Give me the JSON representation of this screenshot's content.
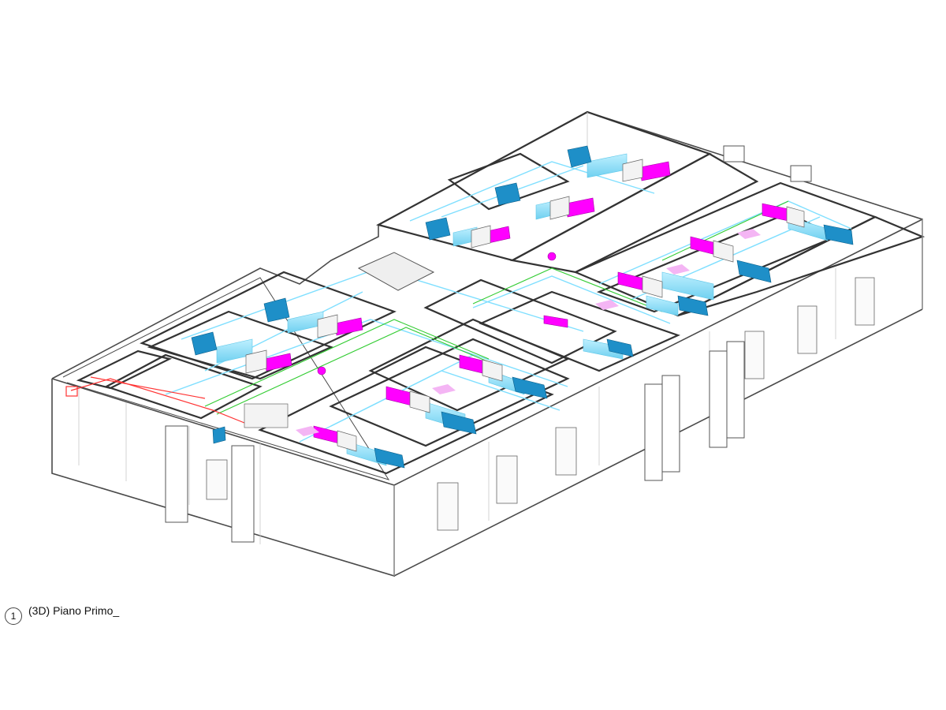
{
  "view": {
    "number": "1",
    "title": "(3D)  Piano Primo_"
  },
  "colors": {
    "outline": "#555555",
    "duct": "#7fdfff",
    "supply_unit": "#ff00ff",
    "fan_unit": "#1e8fc8",
    "pipe_green": "#33cc33",
    "pipe_red": "#ff3333"
  },
  "icons": [
    "iso-building-outline",
    "hvac-unit-icon",
    "fan-coil-icon",
    "duct-run"
  ]
}
